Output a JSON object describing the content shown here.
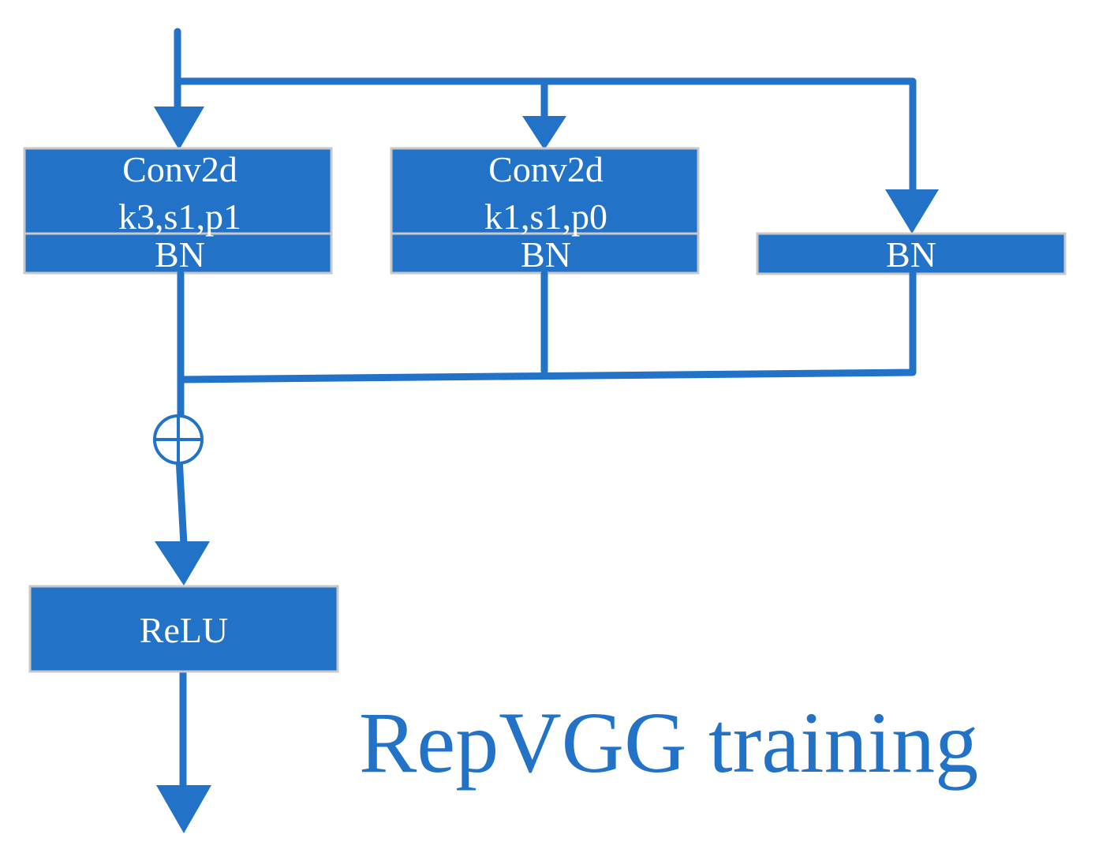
{
  "colors": {
    "accent": "#2272c8",
    "box_border": "#c8c8c8",
    "text_on_box": "#ffffff"
  },
  "blocks": {
    "conv3": {
      "line1": "Conv2d",
      "line2": "k3,s1,p1",
      "bn": "BN"
    },
    "conv1": {
      "line1": "Conv2d",
      "line2": "k1,s1,p0",
      "bn": "BN"
    },
    "identity": {
      "bn": "BN"
    },
    "relu": {
      "label": "ReLU"
    }
  },
  "caption": "RepVGG training",
  "icons": {
    "add": "circled-plus-icon",
    "arrow": "arrow-down-icon"
  }
}
